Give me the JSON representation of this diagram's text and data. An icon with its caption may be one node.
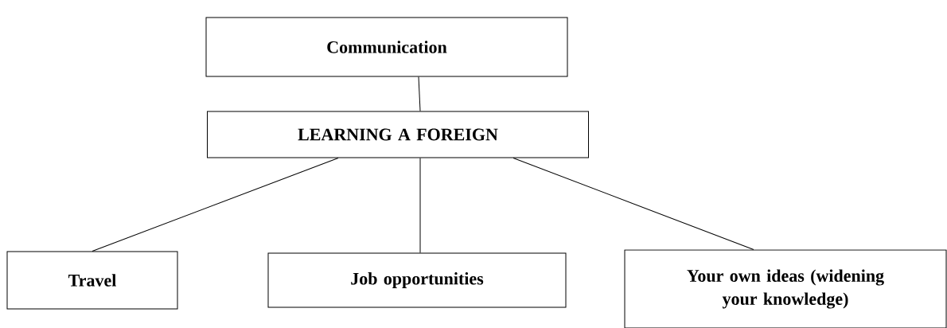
{
  "diagram": {
    "nodes": [
      {
        "text": [
          "Communication"
        ]
      },
      {
        "text": [
          "LEARNING A FOREIGN"
        ]
      },
      {
        "text": [
          "Travel"
        ]
      },
      {
        "text": [
          "Job opportunities"
        ]
      },
      {
        "text": [
          "Your own ideas (widening your knowledge)"
        ]
      }
    ],
    "edges": [
      {
        "from": 0,
        "to": 1,
        "arrow": "none"
      },
      {
        "from": 1,
        "to": 2,
        "arrow": "none"
      },
      {
        "from": 1,
        "to": 3,
        "arrow": "none"
      },
      {
        "from": 1,
        "to": 4,
        "arrow": "none"
      }
    ]
  }
}
